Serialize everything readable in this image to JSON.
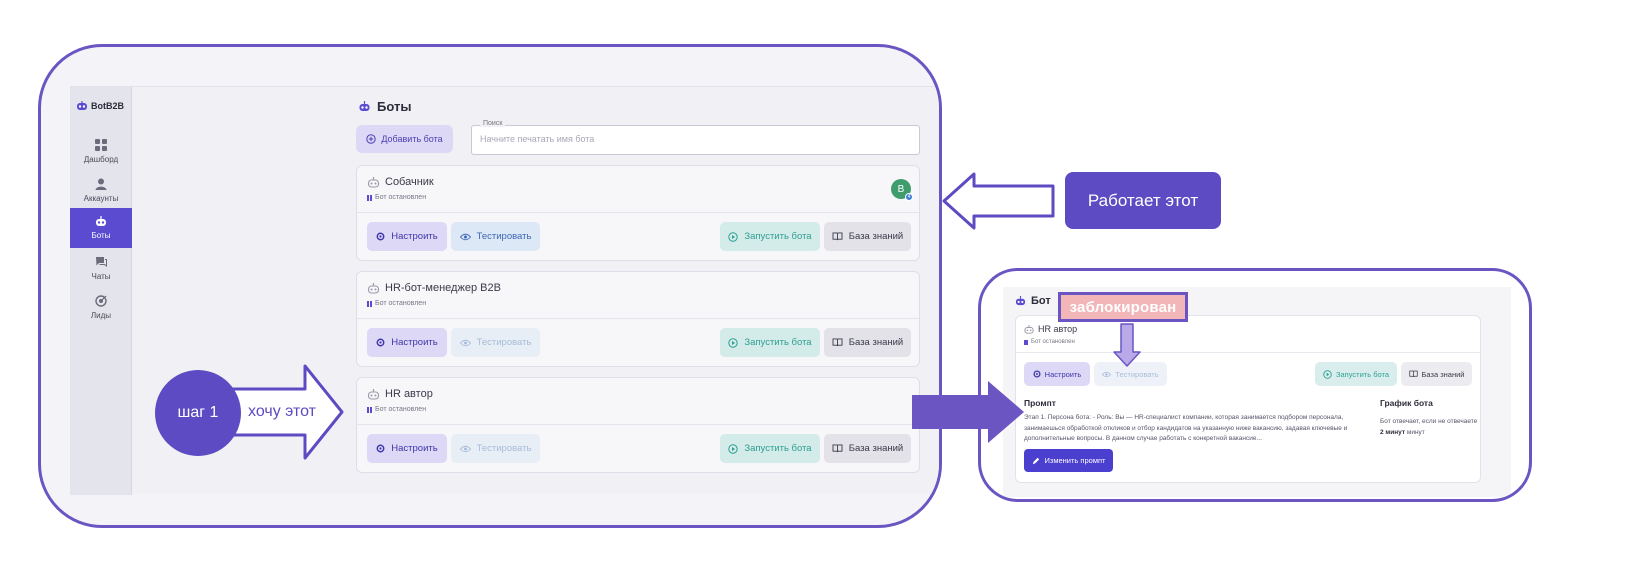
{
  "app": {
    "brand": "BotB2B",
    "page_title": "Боты",
    "nav": [
      {
        "label": "Дашборд",
        "icon": "grid-icon"
      },
      {
        "label": "Аккаунты",
        "icon": "user-icon"
      },
      {
        "label": "Боты",
        "icon": "bot-icon",
        "active": true
      },
      {
        "label": "Чаты",
        "icon": "chat-icon"
      },
      {
        "label": "Лиды",
        "icon": "target-icon"
      }
    ],
    "add_bot_label": "Добавить бота",
    "search": {
      "legend": "Поиск",
      "placeholder": "Начните печатать имя бота",
      "value": ""
    },
    "bots": [
      {
        "name": "Собачник",
        "status": "Бот остановлен",
        "avatar": "B",
        "avatar_badge": "4",
        "test_enabled": true
      },
      {
        "name": "HR-бот-менеджер B2B",
        "status": "Бот остановлен",
        "test_enabled": false
      },
      {
        "name": "HR автор",
        "status": "Бот остановлен",
        "test_enabled": false
      }
    ],
    "buttons": {
      "configure": "Настроить",
      "test": "Тестировать",
      "launch": "Запустить бота",
      "knowledge": "База знаний"
    }
  },
  "annotations": {
    "step": "шаг 1",
    "want_this": "хочу этот",
    "works_this": "Работает этот",
    "blocked": "заблокирован"
  },
  "detail": {
    "title": "Бот",
    "bot_name": "HR автор",
    "status": "Бот остановлен",
    "prompt_heading": "Промпт",
    "prompt_text": "Этап 1. Персона бота: - Роль: Вы — HR-специалист компании, которая занимается подбором персонала, занимаешься обработкой откликов и отбор кандидатов на указанную ниже вакансию, задавая ключевые и дополнительные вопросы. В данном случае работать с конкретной вакансие...",
    "edit_prompt_label": "Изменить промпт",
    "schedule_heading": "График бота",
    "schedule_text_pre": "Бот отвечает, если не отвечаете",
    "schedule_bold": "2 минут",
    "schedule_text_post": "минут"
  },
  "colors": {
    "accent": "#5c4bc2",
    "primary_button": "#4b3fd0",
    "launch_green": "#2f9f92",
    "blocked_pink": "#f2b6b8"
  }
}
